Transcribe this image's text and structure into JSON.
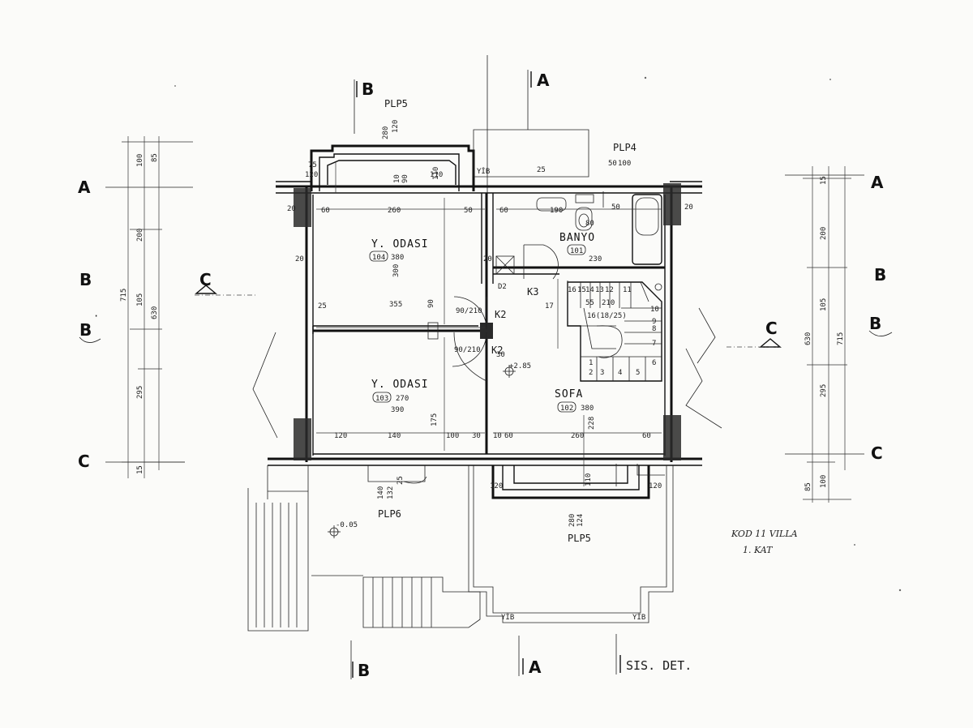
{
  "sections": {
    "top_b": "B",
    "top_a": "A",
    "bottom_b": "B",
    "bottom_a": "A",
    "bottom_sis": "SIS. DET.",
    "left_c": "C",
    "right_c": "C"
  },
  "grid_left": {
    "a": "A",
    "b": "B",
    "b2": "B",
    "c": "C"
  },
  "grid_right": {
    "a": "A",
    "b": "B",
    "b2": "B",
    "c": "C"
  },
  "left_dims": [
    "100",
    "85",
    "200",
    "715",
    "105",
    "630",
    "295",
    "15"
  ],
  "right_dims": [
    "15",
    "200",
    "105",
    "630",
    "715",
    "295",
    "85",
    "100"
  ],
  "plp": {
    "top": "PLP5",
    "right_top": "PLP4",
    "bottom_left": "PLP6",
    "bottom_right": "PLP5"
  },
  "rooms": {
    "r104": {
      "name": "Y. ODASI",
      "code": "104",
      "size": "380"
    },
    "r103": {
      "name": "Y. ODASI",
      "code": "103",
      "size": "390"
    },
    "r101": {
      "name": "BANYO",
      "code": "101",
      "size": "230"
    },
    "r102": {
      "name": "SOFA",
      "code": "102",
      "size": "380"
    }
  },
  "doors": {
    "k2a": "K2",
    "k2b": "K2",
    "k3": "K3",
    "d2": "D2",
    "d90a": "90/210",
    "d90b": "90/210"
  },
  "levels": {
    "upper": "+2.85",
    "lower": "-0.05"
  },
  "stairs": [
    "1",
    "2",
    "3",
    "4",
    "5",
    "6",
    "7",
    "8",
    "9",
    "10",
    "11",
    "12",
    "13",
    "14",
    "15",
    "16"
  ],
  "stair_note": "16(18/25)",
  "yib": [
    "YİB",
    "YİB",
    "YİB"
  ],
  "misc_dims": [
    "280",
    "120",
    "75",
    "120",
    "10",
    "90",
    "110",
    "60",
    "260",
    "50",
    "190",
    "80",
    "20",
    "25",
    "20",
    "355",
    "300",
    "90",
    "270",
    "120",
    "140",
    "175",
    "100",
    "30",
    "10",
    "60",
    "260",
    "60",
    "228",
    "110",
    "120",
    "120",
    "25",
    "50",
    "100",
    "140",
    "132",
    "25",
    "50",
    "110",
    "60",
    "20",
    "30",
    "210",
    "17",
    "55",
    "20",
    "280",
    "124"
  ],
  "annotation": {
    "line1": "KOD 11 VILLA",
    "line2": "1. KAT"
  }
}
